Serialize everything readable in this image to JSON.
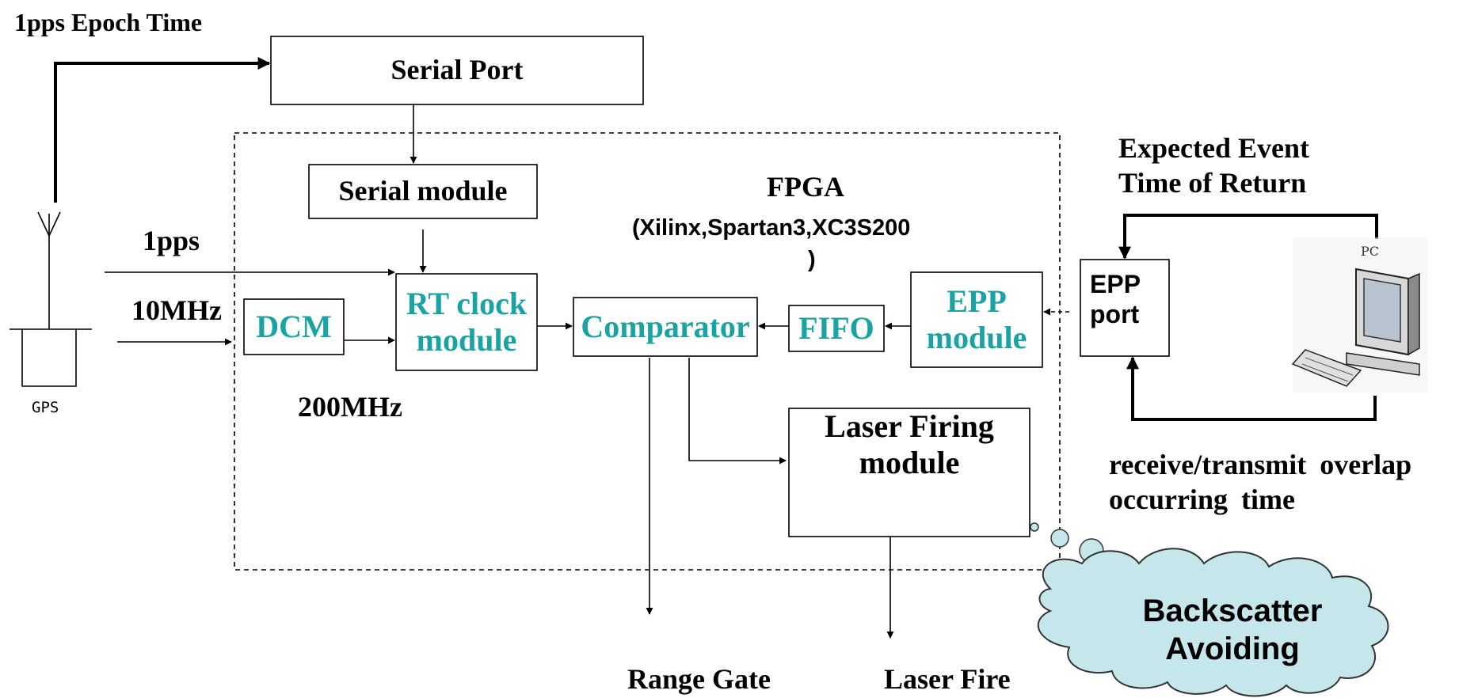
{
  "colors": {
    "line": "#000000",
    "teal": "#1aa3a3",
    "cloud_fill": "#c5e6ea",
    "cloud_stroke": "#333333"
  },
  "labels": {
    "epoch_time": "1pps Epoch Time",
    "serial_port": "Serial Port",
    "serial_module": "Serial module",
    "fpga_line1": "FPGA",
    "fpga_line2": "(Xilinx,Spartan3,XC3S200",
    "fpga_line3": ")",
    "pps": "1pps",
    "mhz10": "10MHz",
    "mhz200": "200MHz",
    "gps": "GPS",
    "dcm": "DCM",
    "rt_clock_line1": "RT clock",
    "rt_clock_line2": "module",
    "comparator": "Comparator",
    "fifo": "FIFO",
    "epp_module_line1": "EPP",
    "epp_module_line2": "module",
    "epp_port_line1": "EPP",
    "epp_port_line2": "port",
    "pc": "PC",
    "laser_firing_line1": "Laser Firing",
    "laser_firing_line2": "module",
    "expected_line1": "Expected Event",
    "expected_line2": "Time of Return",
    "overlap_line1": "receive/transmit overlap",
    "overlap_line2": "occurring time",
    "backscatter_line1": "Backscatter",
    "backscatter_line2": "Avoiding",
    "range_gate": "Range Gate",
    "laser_fire": "Laser Fire"
  }
}
